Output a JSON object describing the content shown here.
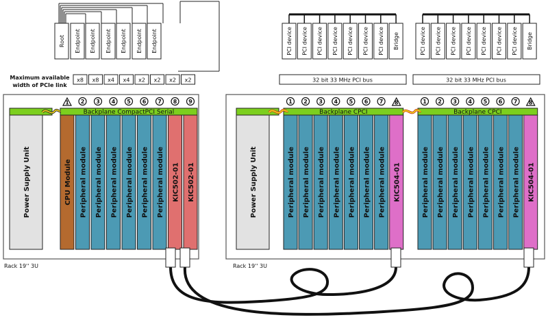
{
  "pcie": {
    "root_label": "Root",
    "endpoint_labels": [
      "Endpoint",
      "Endpoint",
      "Endpoint",
      "Endpoint",
      "Endpoint",
      "Endpoint"
    ],
    "width_caption_line1": "Maximum available",
    "width_caption_line2": "width of PCIe link",
    "link_widths": [
      "x8",
      "x8",
      "x4",
      "x4",
      "x2",
      "x2",
      "x2",
      "x2"
    ]
  },
  "pci_groups": [
    {
      "device_labels": [
        "PCI device",
        "PCI device",
        "PCI device",
        "PCI device",
        "PCI device",
        "PCI device",
        "PCI device"
      ],
      "bridge_label": "Bridge",
      "bus_label": "32 bit 33 MHz PCI bus"
    },
    {
      "device_labels": [
        "PCI device",
        "PCI device",
        "PCI device",
        "PCI device",
        "PCI device",
        "PCI device",
        "PCI device"
      ],
      "bridge_label": "Bridge",
      "bus_label": "32 bit 33 MHz PCI bus"
    }
  ],
  "racks": [
    {
      "rack_label": "Rack 19'' 3U",
      "psu_label": "Power Supply Unit",
      "backplanes": [
        {
          "label": "Backplane  CompactPCI Serial",
          "slot_numbers": [
            "1",
            "2",
            "3",
            "4",
            "5",
            "6",
            "7",
            "8",
            "9"
          ],
          "system_slot": 0,
          "modules": [
            {
              "label": "CPU Module",
              "color": "#b46a2f"
            },
            {
              "label": "Peripheral module",
              "color": "#4c9ab4"
            },
            {
              "label": "Peripheral module",
              "color": "#4c9ab4"
            },
            {
              "label": "Peripheral module",
              "color": "#4c9ab4"
            },
            {
              "label": "Peripheral module",
              "color": "#4c9ab4"
            },
            {
              "label": "Peripheral module",
              "color": "#4c9ab4"
            },
            {
              "label": "Peripheral module",
              "color": "#4c9ab4"
            },
            {
              "label": "KIC502-01",
              "color": "#e0706f"
            },
            {
              "label": "KIC502-01",
              "color": "#e0706f"
            }
          ]
        }
      ]
    },
    {
      "rack_label": "Rack 19'' 3U",
      "psu_label": "Power Supply Unit",
      "backplanes": [
        {
          "label": "Backplane  CPCI",
          "slot_numbers": [
            "1",
            "2",
            "3",
            "4",
            "5",
            "6",
            "7",
            "8"
          ],
          "system_slot": 7,
          "modules": [
            {
              "label": "Peripheral module",
              "color": "#4c9ab4"
            },
            {
              "label": "Peripheral module",
              "color": "#4c9ab4"
            },
            {
              "label": "Peripheral module",
              "color": "#4c9ab4"
            },
            {
              "label": "Peripheral module",
              "color": "#4c9ab4"
            },
            {
              "label": "Peripheral module",
              "color": "#4c9ab4"
            },
            {
              "label": "Peripheral module",
              "color": "#4c9ab4"
            },
            {
              "label": "Peripheral module",
              "color": "#4c9ab4"
            },
            {
              "label": "KIC504-01",
              "color": "#de6fc8"
            }
          ]
        },
        {
          "label": "Backplane  CPCI",
          "slot_numbers": [
            "1",
            "2",
            "3",
            "4",
            "5",
            "6",
            "7",
            "8"
          ],
          "system_slot": 7,
          "modules": [
            {
              "label": "Peripheral module",
              "color": "#4c9ab4"
            },
            {
              "label": "Peripheral module",
              "color": "#4c9ab4"
            },
            {
              "label": "Peripheral module",
              "color": "#4c9ab4"
            },
            {
              "label": "Peripheral module",
              "color": "#4c9ab4"
            },
            {
              "label": "Peripheral module",
              "color": "#4c9ab4"
            },
            {
              "label": "Peripheral module",
              "color": "#4c9ab4"
            },
            {
              "label": "Peripheral module",
              "color": "#4c9ab4"
            },
            {
              "label": "KIC504-01",
              "color": "#de6fc8"
            }
          ]
        }
      ]
    }
  ],
  "colors": {
    "backplane": "#7ccf1e",
    "psu": "#e2e2e2",
    "rack_border": "#555555",
    "cable": "#111111",
    "connector_outer": "#c83c1a",
    "connector_inner": "#f2d21b"
  }
}
